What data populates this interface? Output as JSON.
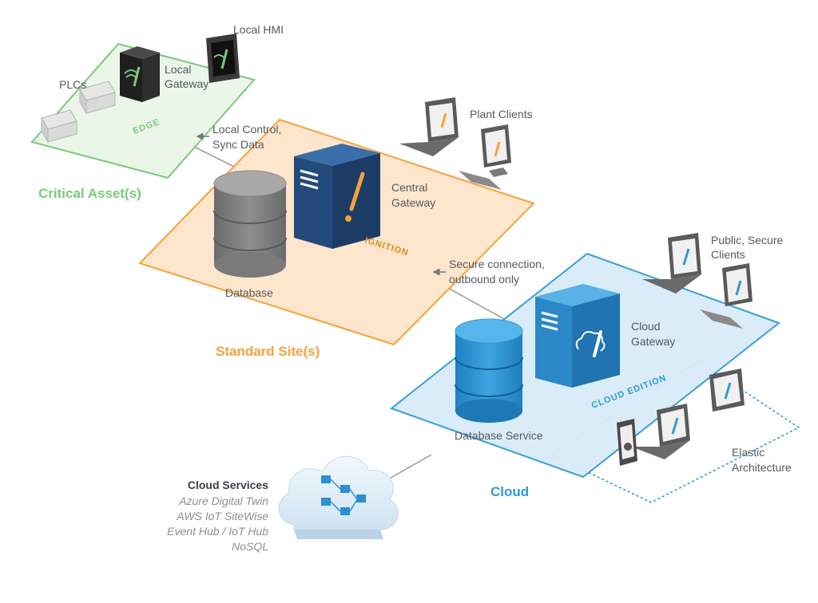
{
  "colors": {
    "edge": "#7cc97a",
    "ignition": "#f5a23c",
    "cloud": "#2f9ad6",
    "server_navy": "#1f3f6b",
    "server_blue": "#2784c6",
    "connector": "#9a9a9a"
  },
  "zones": {
    "edge": {
      "title": "Critical Asset(s)",
      "platform": "EDGE"
    },
    "standard": {
      "title": "Standard Site(s)",
      "platform": "IGNITION"
    },
    "cloud": {
      "title": "Cloud",
      "platform": "CLOUD EDITION"
    }
  },
  "labels": {
    "local_hmi": "Local HMI",
    "local_gateway": [
      "Local",
      "Gateway"
    ],
    "plcs": "PLCs",
    "local_control": [
      "Local Control,",
      "Sync Data"
    ],
    "plant_clients": "Plant Clients",
    "central_gateway": [
      "Central",
      "Gateway"
    ],
    "database": "Database",
    "secure_connection": [
      "Secure connection,",
      "outbound only"
    ],
    "public_clients": [
      "Public, Secure",
      "Clients"
    ],
    "cloud_gateway": [
      "Cloud",
      "Gateway"
    ],
    "database_service": "Database Service",
    "elastic": [
      "Elastic",
      "Architecture"
    ]
  },
  "cloud_services": {
    "title": "Cloud Services",
    "items": [
      "Azure Digital Twin",
      "AWS IoT SiteWise",
      "Event Hub / IoT Hub",
      "NoSQL"
    ]
  }
}
